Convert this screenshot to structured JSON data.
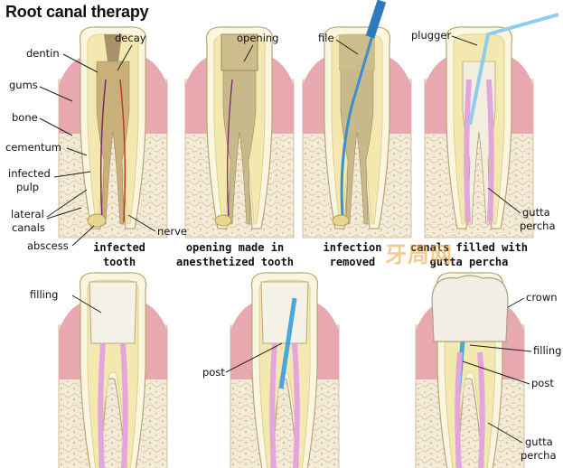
{
  "title": "Root canal therapy",
  "labels": {
    "decay": "decay",
    "dentin": "dentin",
    "gums": "gums",
    "bone": "bone",
    "cementum": "cementum",
    "infected": "infected",
    "pulp": "pulp",
    "lateral": "lateral",
    "canals": "canals",
    "abscess": "abscess",
    "nerve": "nerve",
    "opening": "opening",
    "file": "file",
    "plugger": "plugger",
    "gutta1": "gutta",
    "percha1": "percha",
    "filling1": "filling",
    "post1": "post",
    "crown": "crown",
    "filling2": "filling",
    "post2": "post",
    "gutta2": "gutta",
    "percha2": "percha"
  },
  "captions": {
    "c1a": "infected",
    "c1b": "tooth",
    "c2a": "opening made in",
    "c2b": "anesthetized tooth",
    "c3a": "infection",
    "c3b": "removed",
    "c4a": "canals filled with",
    "c4b": "gutta percha"
  },
  "watermark": "牙周网",
  "colors": {
    "bone": "#f0e6d2",
    "gum": "#e8a8b0",
    "dentin": "#f3e9b0",
    "enamel": "#faf5dc",
    "pulp": "#c8b98a",
    "gutta": "#e2a6dc",
    "instrument": "#3a8fd0",
    "crown": "#f2eee4",
    "nerve": "#7a2a6a",
    "abscess": "#e8d690"
  }
}
